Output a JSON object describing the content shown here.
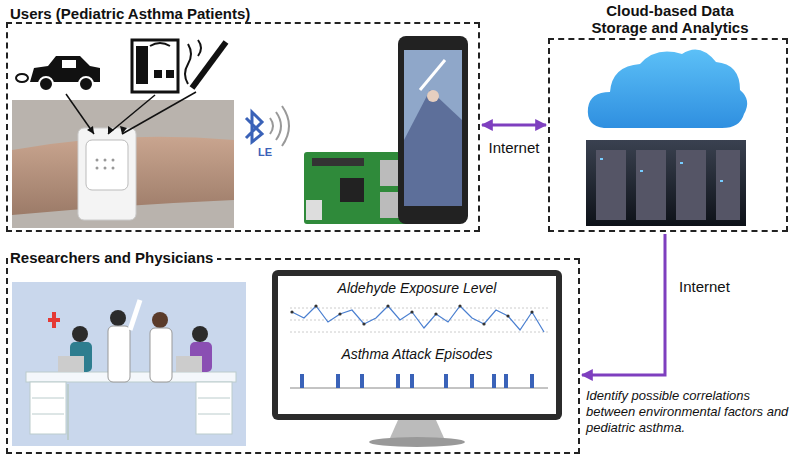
{
  "diagram": {
    "nodes": [
      {
        "text": [
          "Users (Pediatric Asthma Patients)"
        ]
      },
      {
        "text": [
          "Cloud-based Data Storage and Analytics"
        ]
      },
      {
        "text": [
          "Researchers and Physicians"
        ]
      }
    ],
    "edges": [
      {
        "from": 0,
        "to": 1,
        "arrow": "both",
        "label": "Internet"
      },
      {
        "from": 1,
        "to": 2,
        "arrow": "to",
        "label": "Internet"
      }
    ],
    "labels": [
      "LE",
      "Aldehyde Exposure Level",
      "Asthma Attack Episodes",
      "Identify possible correlations between environmental factors and pediatric asthma."
    ]
  }
}
